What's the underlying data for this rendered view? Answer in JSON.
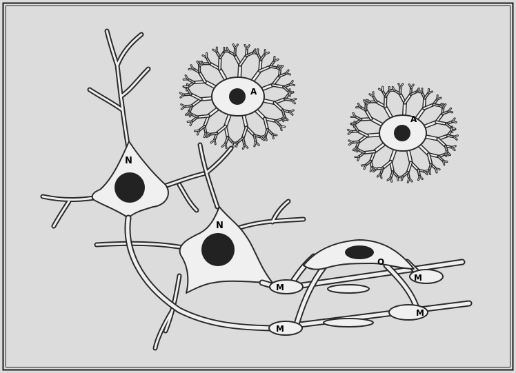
{
  "colors": {
    "background": "#dcdcdc",
    "frame": "#1a1a1a",
    "cell_fill": "#f0f0f0",
    "cell_outline": "#2a2a2a",
    "nucleus": "#222222"
  },
  "labels": {
    "neuron_top": "N",
    "neuron_bottom": "N",
    "astrocyte_left": "A",
    "astrocyte_right": "A",
    "oligodendrocyte": "O",
    "myelin_1": "M",
    "myelin_2": "M",
    "myelin_3": "M",
    "myelin_4": "M"
  }
}
